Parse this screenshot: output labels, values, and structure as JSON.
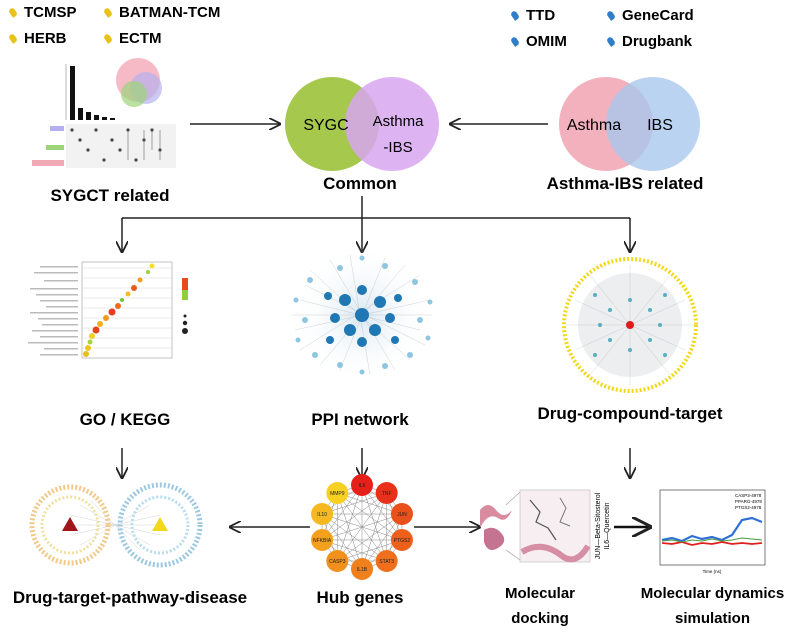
{
  "sources_left": [
    "TCMSP",
    "BATMAN-TCM",
    "HERB",
    "ECTM"
  ],
  "sources_right": [
    "TTD",
    "GeneCard",
    "OMIM",
    "Drugbank"
  ],
  "venn_common": {
    "left": "SYGC",
    "right_line1": "Asthma",
    "right_line2": "-IBS"
  },
  "venn_disease": {
    "left": "Asthma",
    "right": "IBS"
  },
  "hub_genes": [
    "IL6",
    "TNF",
    "JUN",
    "PTGS2",
    "STAT3",
    "IL1B",
    "CASP3",
    "NFKBIA",
    "IL10",
    "MMP9"
  ],
  "captions": {
    "sygct": "SYGCT related",
    "common": "Common",
    "asthma_ibs": "Asthma-IBS related",
    "go_kegg": "GO / KEGG",
    "ppi": "PPI network",
    "dct": "Drug-compound-target",
    "dtpd": "Drug-target-pathway-disease",
    "hub": "Hub genes",
    "docking_1": "Molecular",
    "docking_2": "docking",
    "md_1": "Molecular dynamics",
    "md_2": "simulation"
  },
  "colors": {
    "green": "#a6c84c",
    "purple": "#d8a6f0",
    "pink": "#f2a9b6",
    "blue": "#a9c8ec",
    "dark": "#222222"
  }
}
